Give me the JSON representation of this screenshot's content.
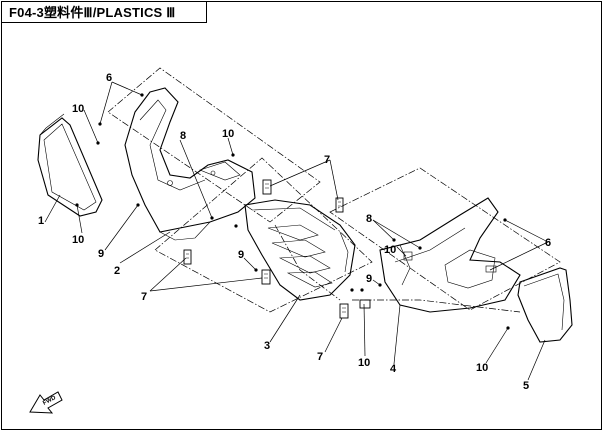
{
  "title": "F04-3塑料件Ⅲ/PLASTICS Ⅲ",
  "direction_label": "FWD",
  "callouts": [
    {
      "id": "c6a",
      "text": "6"
    },
    {
      "id": "c10a",
      "text": "10"
    },
    {
      "id": "c8a",
      "text": "8"
    },
    {
      "id": "c10b",
      "text": "10"
    },
    {
      "id": "c1",
      "text": "1"
    },
    {
      "id": "c10c",
      "text": "10"
    },
    {
      "id": "c9a",
      "text": "9"
    },
    {
      "id": "c2",
      "text": "2"
    },
    {
      "id": "c7a",
      "text": "7"
    },
    {
      "id": "c7b",
      "text": "7"
    },
    {
      "id": "c9b",
      "text": "9"
    },
    {
      "id": "c3",
      "text": "3"
    },
    {
      "id": "c8b",
      "text": "8"
    },
    {
      "id": "c10d",
      "text": "10"
    },
    {
      "id": "c6b",
      "text": "6"
    },
    {
      "id": "c9c",
      "text": "9"
    },
    {
      "id": "c7c",
      "text": "7"
    },
    {
      "id": "c10e",
      "text": "10"
    },
    {
      "id": "c4",
      "text": "4"
    },
    {
      "id": "c10f",
      "text": "10"
    },
    {
      "id": "c5",
      "text": "5"
    }
  ]
}
